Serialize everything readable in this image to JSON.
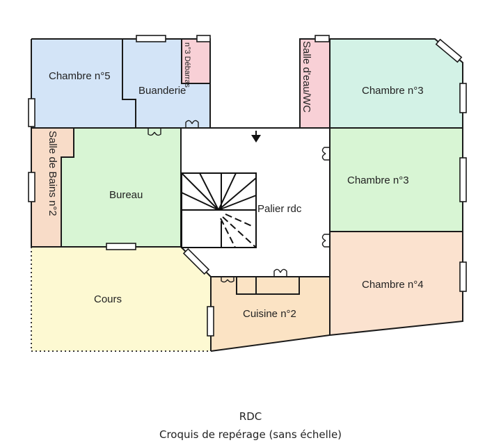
{
  "plan": {
    "colors": {
      "chambre5": "#d3e4f7",
      "buanderie": "#d3e4f7",
      "debarras": "#f8d0d6",
      "salle_eau": "#f8d0d6",
      "chambre3_top": "#d3f2e6",
      "salle_bains": "#f8dcc8",
      "bureau": "#d8f5d4",
      "palier": "#ffffff",
      "chambre3_mid": "#d8f5d4",
      "cours": "#fdf9d2",
      "cuisine": "#fbe3c4",
      "chambre4": "#fbe2cf",
      "wall": "#1a1a1a"
    },
    "rooms": {
      "chambre5": "Chambre n°5",
      "buanderie": "Buanderie",
      "debarras": "n°3 Débarras",
      "salle_eau": "Salle d'eau/WC",
      "chambre3_top": "Chambre n°3",
      "salle_bains": "Salle de Bains n°2",
      "bureau": "Bureau",
      "palier": "Palier rdc",
      "chambre3_mid": "Chambre n°3",
      "cours": "Cours",
      "cuisine": "Cuisine n°2",
      "chambre4": "Chambre n°4"
    },
    "entrance_icon": "arrow-down-icon"
  },
  "caption": {
    "title": "RDC",
    "subtitle": "Croquis de repérage (sans échelle)"
  }
}
